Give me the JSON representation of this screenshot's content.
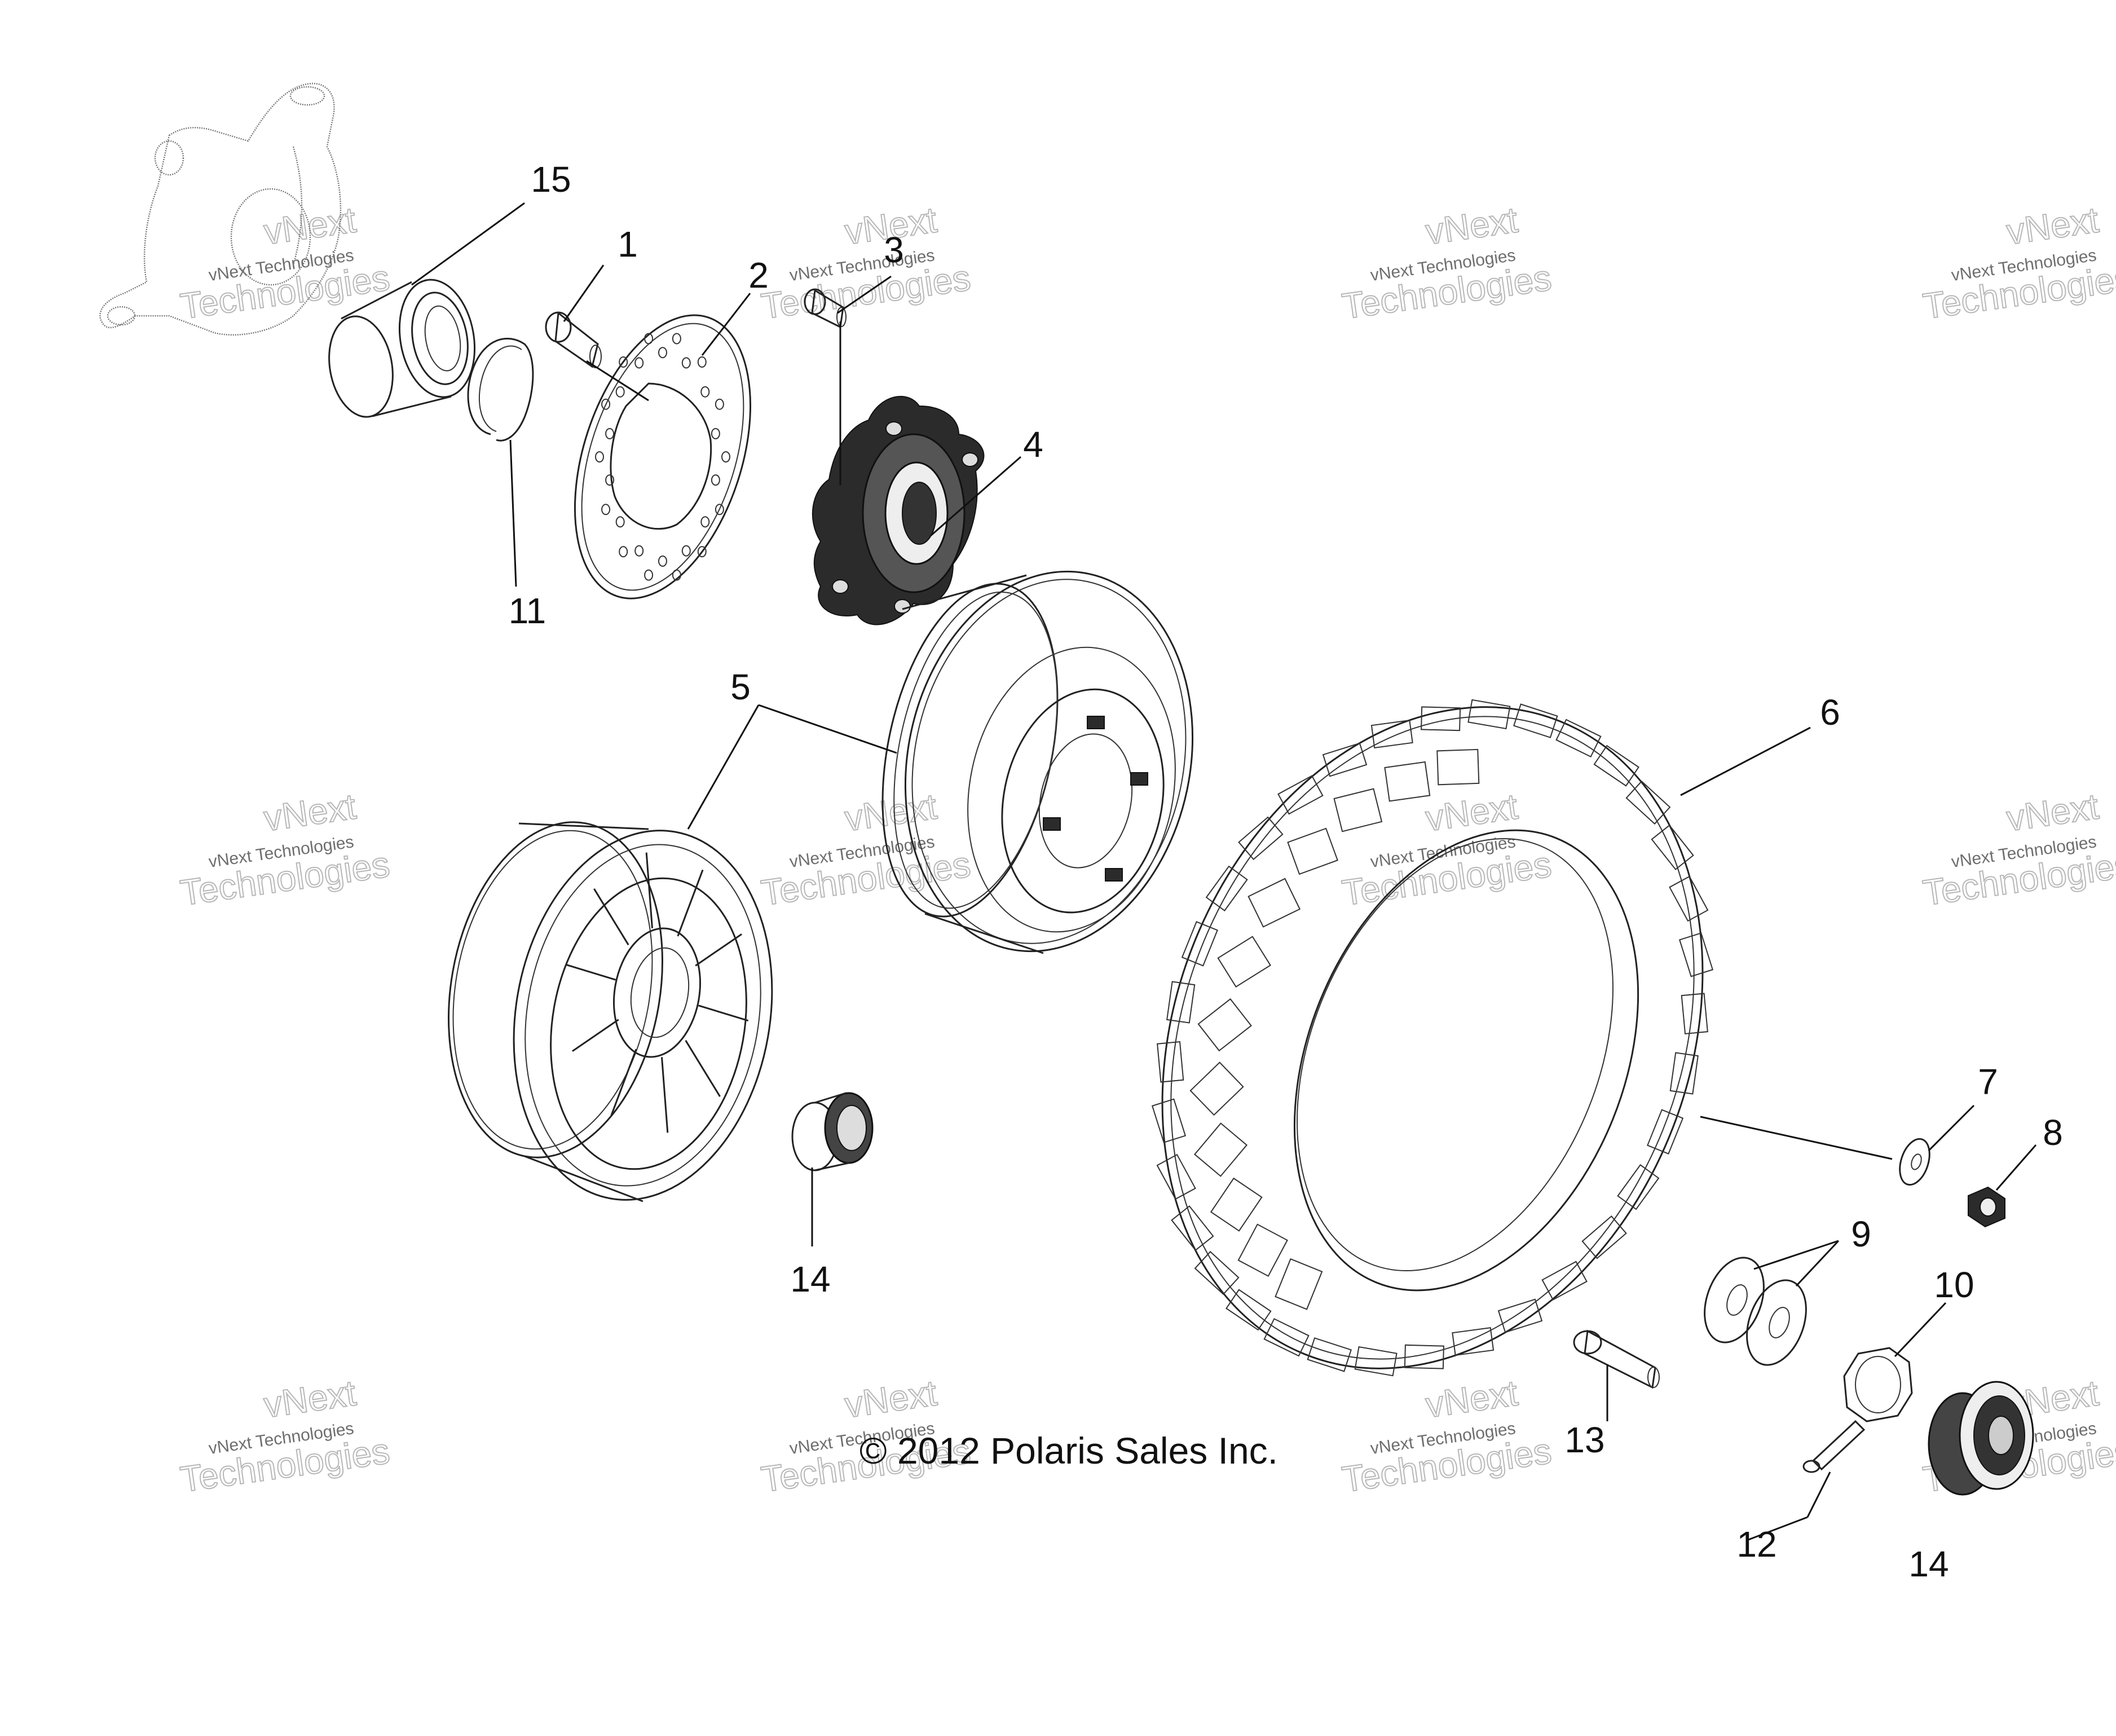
{
  "diagram": {
    "copyright": "© 2012 Polaris Sales Inc.",
    "watermark": {
      "line1": "vNext",
      "line2": "vNext Technologies",
      "line3": "Technologies"
    },
    "callouts": [
      {
        "id": "c1",
        "label": "1"
      },
      {
        "id": "c2",
        "label": "2"
      },
      {
        "id": "c3",
        "label": "3"
      },
      {
        "id": "c4",
        "label": "4"
      },
      {
        "id": "c5",
        "label": "5"
      },
      {
        "id": "c6",
        "label": "6"
      },
      {
        "id": "c7",
        "label": "7"
      },
      {
        "id": "c8",
        "label": "8"
      },
      {
        "id": "c9",
        "label": "9"
      },
      {
        "id": "c10",
        "label": "10"
      },
      {
        "id": "c11",
        "label": "11"
      },
      {
        "id": "c12",
        "label": "12"
      },
      {
        "id": "c13",
        "label": "13"
      },
      {
        "id": "c14a",
        "label": "14"
      },
      {
        "id": "c14b",
        "label": "14"
      },
      {
        "id": "c15",
        "label": "15"
      }
    ]
  }
}
